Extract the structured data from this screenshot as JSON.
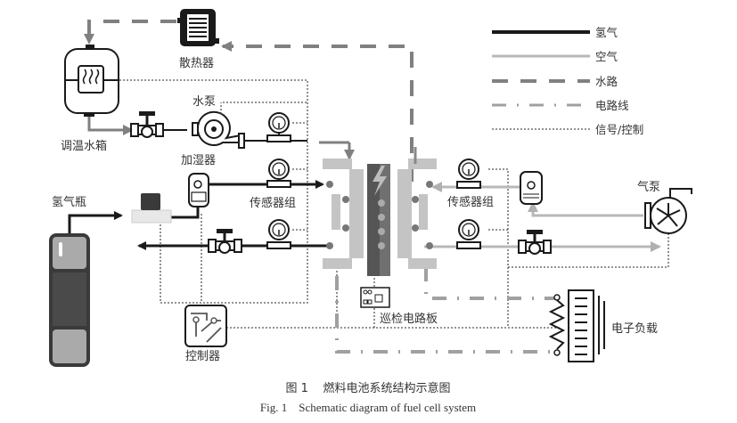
{
  "legend": {
    "items": [
      {
        "key": "hydrogen",
        "label": "氢气",
        "style": "solid",
        "color": "#1a1a1a"
      },
      {
        "key": "air",
        "label": "空气",
        "style": "solid",
        "color": "#b8b8b8"
      },
      {
        "key": "water",
        "label": "水路",
        "style": "long-dash",
        "color": "#808080"
      },
      {
        "key": "electric",
        "label": "电路线",
        "style": "dash-dot",
        "color": "#a0a0a0"
      },
      {
        "key": "signal",
        "label": "信号/控制",
        "style": "dotted",
        "color": "#555555"
      }
    ]
  },
  "components": {
    "radiator": "散热器",
    "humidity_tank": "调温水箱",
    "water_pump": "水泵",
    "humidifier": "加湿器",
    "sensor_group_left": "传感器组",
    "sensor_group_right": "传感器组",
    "hydrogen_bottle": "氢气瓶",
    "air_pump": "气泵",
    "inspection_board": "巡检电路板",
    "controller": "控制器",
    "electronic_load": "电子负载"
  },
  "caption": {
    "cn": "图 1    燃料电池系统结构示意图",
    "en": "Fig. 1    Schematic diagram of fuel cell system"
  }
}
